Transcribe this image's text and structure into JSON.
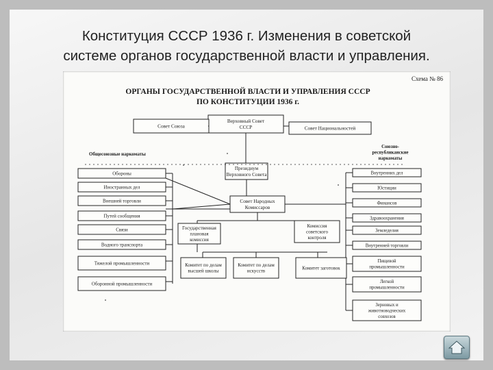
{
  "slide": {
    "title_line1": "Конституция СССР 1936 г. Изменения в советской",
    "title_line2": "системе органов государственной власти и управления."
  },
  "scheme": {
    "number": "Схема № 86",
    "heading_line1": "ОРГАНЫ ГОСУДАРСТВЕННОЙ ВЛАСТИ И УПРАВЛЕНИЯ СССР",
    "heading_line2": "ПО КОНСТИТУЦИИ 1936 г.",
    "supreme_soviet": [
      "Верховный Совет",
      "СССР"
    ],
    "soviet_union": "Совет Союза",
    "soviet_nationalities": "Совет Национальностей",
    "presidium": [
      "Президиум",
      "Верховного Совета"
    ],
    "sovnarkom": [
      "Совет Народных",
      "Комиссаров"
    ],
    "gosplan": [
      "Государственная",
      "плановая",
      "комиссия"
    ],
    "control": [
      "Комиссия",
      "советского",
      "контроля"
    ],
    "committees": [
      [
        "Комитет по делам",
        "высшей школы"
      ],
      [
        "Комитет по делам",
        "искусств"
      ],
      [
        "Комитет заготовок"
      ]
    ],
    "all_union_title": "Общесоюзные наркоматы",
    "all_union": [
      "Обороны",
      "Иностранных дел",
      "Внешней торговли",
      "Путей сообщения",
      "Связи",
      "Водного транспорта",
      "Тяжелой промышленности",
      "Оборонной промышленности"
    ],
    "union_rep_title": [
      "Союзно-",
      "республиканские",
      "наркоматы"
    ],
    "union_rep": [
      [
        "Внутренних дел"
      ],
      [
        "Юстиции"
      ],
      [
        "Финансов"
      ],
      [
        "Здравоохранения"
      ],
      [
        "Земледелия"
      ],
      [
        "Внутренней торговли"
      ],
      [
        "Пищевой",
        "промышленности"
      ],
      [
        "Легкой",
        "промышленности"
      ],
      [
        "Зерновых и",
        "животноводческих",
        "совхозов"
      ]
    ]
  },
  "nav": {
    "icon": "home-icon"
  }
}
